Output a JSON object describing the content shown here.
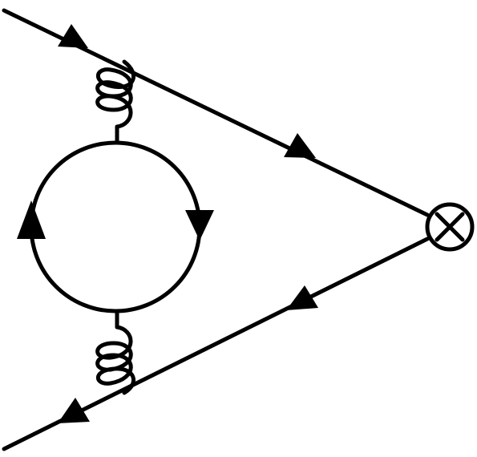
{
  "diagram": {
    "kind": "feynman-diagram",
    "stroke_color": "#000000",
    "background_color": "#ffffff",
    "elements": {
      "fermion_lines": [
        "incoming-quark-line",
        "outgoing-quark-line"
      ],
      "loop": "fermion-loop",
      "gluons": [
        "upper-gluon",
        "lower-gluon"
      ],
      "vertex": "operator-insertion",
      "vertex_symbol": "otimes"
    }
  }
}
